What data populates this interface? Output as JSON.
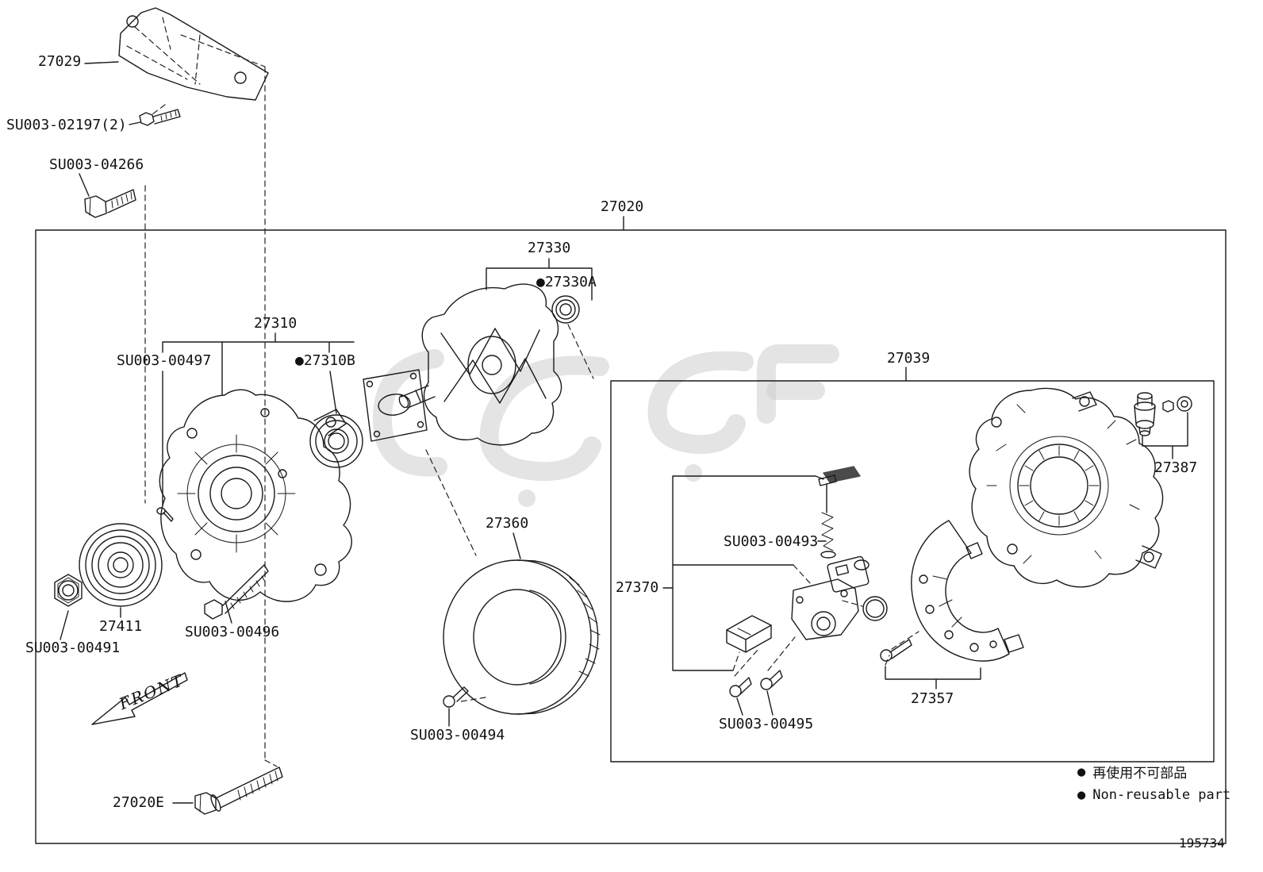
{
  "colors": {
    "line": "#1a1a1a",
    "watermark": "#cdcdcd",
    "background": "#ffffff"
  },
  "labels": {
    "p27029": "27029",
    "su003_02197": "SU003-02197(2)",
    "su003_04266": "SU003-04266",
    "p27020": "27020",
    "p27330": "27330",
    "p27330a": "●27330A",
    "p27310": "27310",
    "su003_00497": "SU003-00497",
    "p27310b": "●27310B",
    "p27039": "27039",
    "p27387": "27387",
    "p27360": "27360",
    "su003_00493": "SU003-00493",
    "p27370": "27370",
    "p27411": "27411",
    "su003_00496": "SU003-00496",
    "su003_00491": "SU003-00491",
    "su003_00494": "SU003-00494",
    "su003_00495": "SU003-00495",
    "p27357": "27357",
    "p27020e": "27020E"
  },
  "front_arrow": {
    "label": "FRONT"
  },
  "legend": {
    "bullet": "●",
    "jp": "再使用不可部品",
    "en": "Non-reusable part"
  },
  "footer": {
    "drawing_number": "195734"
  }
}
